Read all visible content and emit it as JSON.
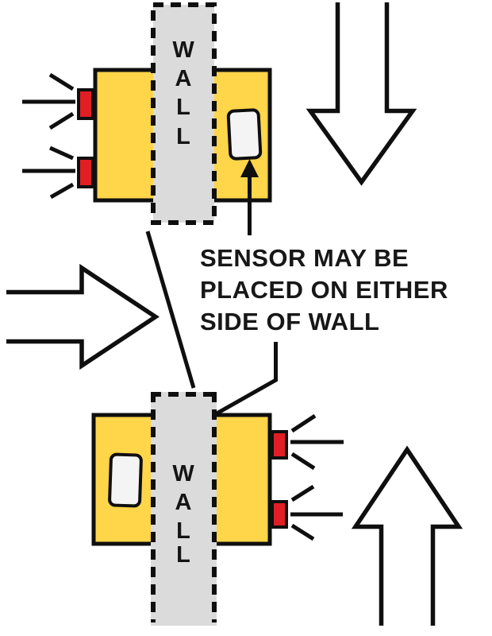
{
  "caption": {
    "lines": [
      "SENSOR MAY BE",
      "PLACED ON EITHER",
      "SIDE OF WALL"
    ]
  },
  "wall_top": {
    "label": "WALL",
    "letters": [
      "W",
      "A",
      "L",
      "L"
    ]
  },
  "wall_bottom": {
    "label": "WALL",
    "letters": [
      "W",
      "A",
      "L",
      "L"
    ]
  },
  "colors": {
    "device_yellow": "#FFD54A",
    "emitter_red": "#E01E24",
    "wall_gray": "#DBDBDB",
    "line_black": "#0F0F0F",
    "sensor_white": "#F4F4F4",
    "background": "#FFFFFF"
  },
  "symbols": {
    "traffic_arrow_top_right": "arrow-down",
    "traffic_arrow_middle_left": "arrow-right",
    "traffic_arrow_bottom_right": "arrow-up",
    "sensor_pointer_top": "arrow-up",
    "sensor_pointer_bottom": "arrow-down-left"
  }
}
